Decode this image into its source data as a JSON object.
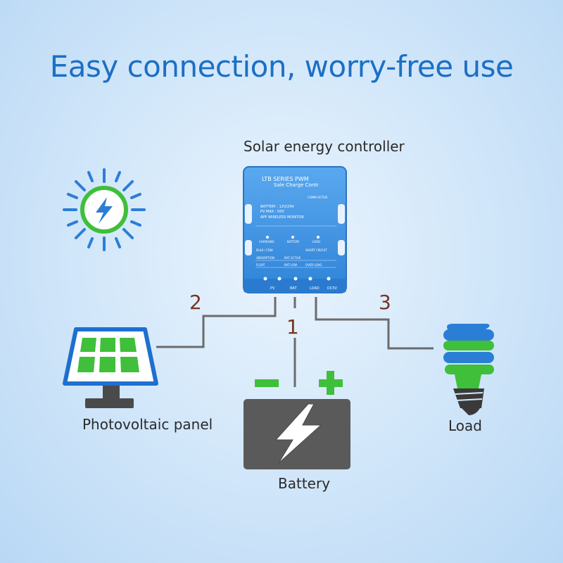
{
  "headline": "Easy connection, worry-free use",
  "controller": {
    "caption": "Solar energy controller",
    "series": "LTB SERIES PWM",
    "subtitle": "Sale Charge Contr",
    "comm_active": "COMM ACTIVE",
    "spec_battery": "BATTERY : 12V/24V",
    "spec_pv": "PV MAX : 50V",
    "spec_app": "APP WIRELESS MONITOR",
    "led_charging": "CHARGING",
    "led_battery": "BATTERY",
    "led_load": "LOAD",
    "status_bulk": "BULK / FDW",
    "status_absorption": "ABSORPTION",
    "status_float": "FLOAT",
    "status_bat_active": "BAT ACTIVE",
    "status_bat_low": "BAT LOW",
    "status_short": "SHORT CIRCUIT",
    "status_overload": "OVER LOAD",
    "term_pv": "PV",
    "term_bat": "BAT",
    "term_load": "LOAD",
    "term_dc": "DC5V"
  },
  "panel": {
    "caption": "Photovoltaic panel",
    "number": "2"
  },
  "battery": {
    "caption": "Battery",
    "number": "1",
    "minus": "−",
    "plus": "+"
  },
  "load": {
    "caption": "Load",
    "number": "3"
  },
  "colors": {
    "title_blue": "#1c6fc4",
    "controller_blue": "#3d92e4",
    "sun_blue": "#2b7ed6",
    "green": "#3fbf3a",
    "panel_blue": "#1e6fd0",
    "battery_gray": "#5a5a5a",
    "wire_gray": "#6b6b6b",
    "number_red": "#7a3322"
  },
  "icons": [
    "sun-icon",
    "bolt-icon",
    "solar-panel-icon",
    "battery-icon",
    "bulb-icon"
  ]
}
